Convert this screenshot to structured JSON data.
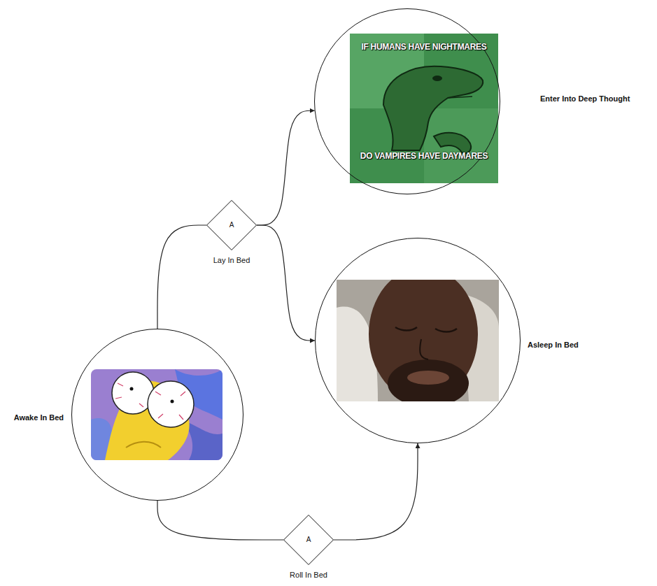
{
  "diagram": {
    "nodes": [
      {
        "text": [
          "IF HUMANS HAVE NIGHTMARES",
          "DO VAMPIRES HAVE DAYMARES",
          "Enter Into Deep Thought"
        ]
      },
      {
        "text": [
          "A",
          "Lay In Bed"
        ]
      },
      {
        "text": [
          "Asleep In Bed"
        ]
      },
      {
        "text": [
          "Awake In Bed"
        ]
      },
      {
        "text": [
          "A",
          "Roll In Bed"
        ]
      }
    ],
    "edges": [
      {
        "from": 3,
        "to": 1,
        "arrow": "none"
      },
      {
        "from": 1,
        "to": 0,
        "arrow": "to"
      },
      {
        "from": 1,
        "to": 2,
        "arrow": "to"
      },
      {
        "from": 3,
        "to": 4,
        "arrow": "none"
      },
      {
        "from": 4,
        "to": 2,
        "arrow": "to"
      }
    ]
  }
}
